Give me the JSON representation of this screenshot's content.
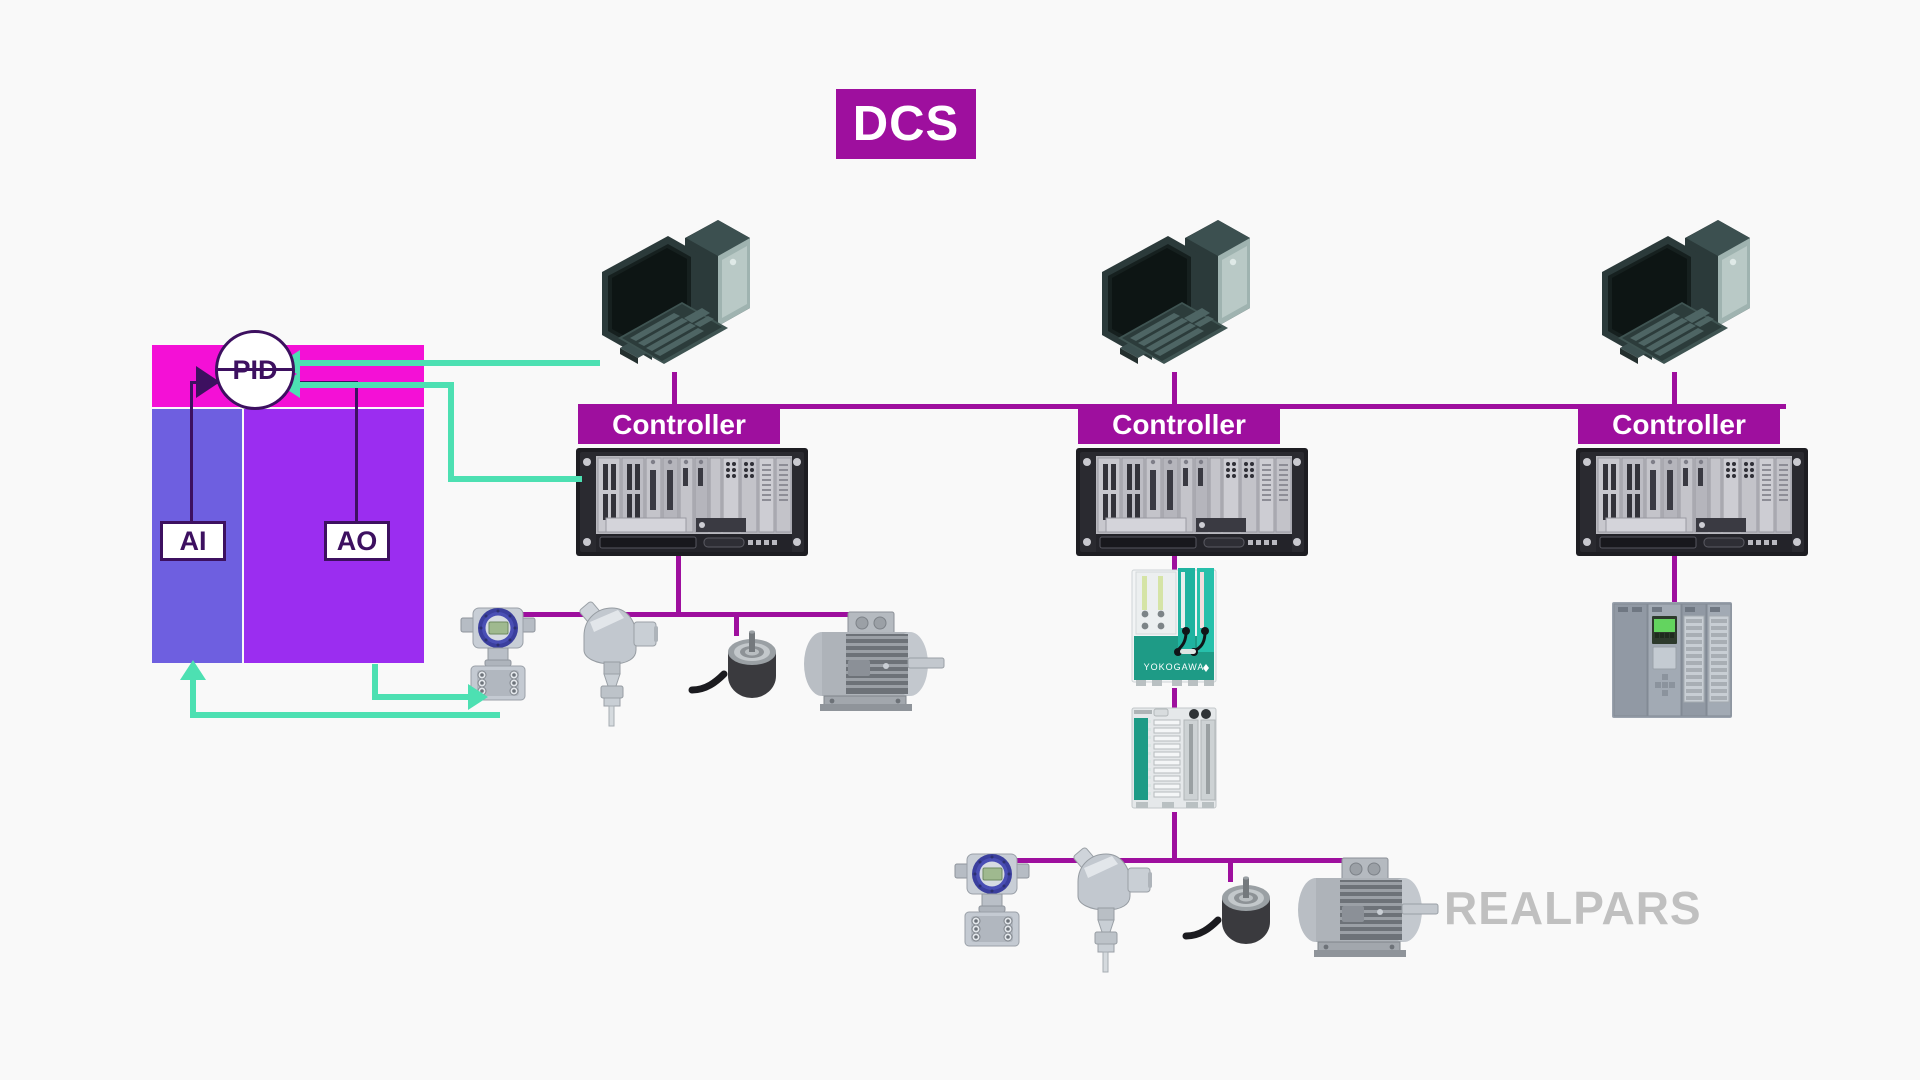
{
  "diagram": {
    "title": "DCS",
    "background_color": "#f9f9f9",
    "accent_purple": "#9e0f9e",
    "accent_magenta": "#f410d6",
    "accent_violet": "#9b2df0",
    "accent_indigo": "#6e5fe0",
    "accent_teal": "#4de0b2",
    "outline_dark": "#3d1060",
    "logo_text": "REALPARS",
    "logo_color": "#c0c0c0"
  },
  "control_block": {
    "pid_label": "PID",
    "analog_input_label": "AI",
    "analog_output_label": "AO"
  },
  "controllers": [
    {
      "label": "Controller",
      "id": "controller-1"
    },
    {
      "label": "Controller",
      "id": "controller-2"
    },
    {
      "label": "Controller",
      "id": "controller-3"
    }
  ],
  "workstations": [
    {
      "name": "operator-workstation-1"
    },
    {
      "name": "operator-workstation-2"
    },
    {
      "name": "operator-workstation-3"
    }
  ],
  "io_modules": {
    "yokogawa_brand": "YOKOGAWA",
    "terminal_module": "terminal-block-module",
    "plc_rack": "remote-io-plc-rack"
  },
  "field_devices_left": [
    {
      "name": "pressure-transmitter"
    },
    {
      "name": "temperature-probe"
    },
    {
      "name": "rotary-encoder"
    },
    {
      "name": "ac-motor"
    }
  ],
  "field_devices_middle": [
    {
      "name": "pressure-transmitter"
    },
    {
      "name": "temperature-probe"
    },
    {
      "name": "rotary-encoder"
    },
    {
      "name": "ac-motor"
    }
  ],
  "signal_flows": [
    {
      "name": "workstation-to-pid",
      "color": "#4de0b2"
    },
    {
      "name": "controller-to-pid",
      "color": "#4de0b2"
    },
    {
      "name": "transmitter-to-ai",
      "color": "#4de0b2"
    },
    {
      "name": "ao-to-transmitter",
      "color": "#4de0b2"
    }
  ]
}
